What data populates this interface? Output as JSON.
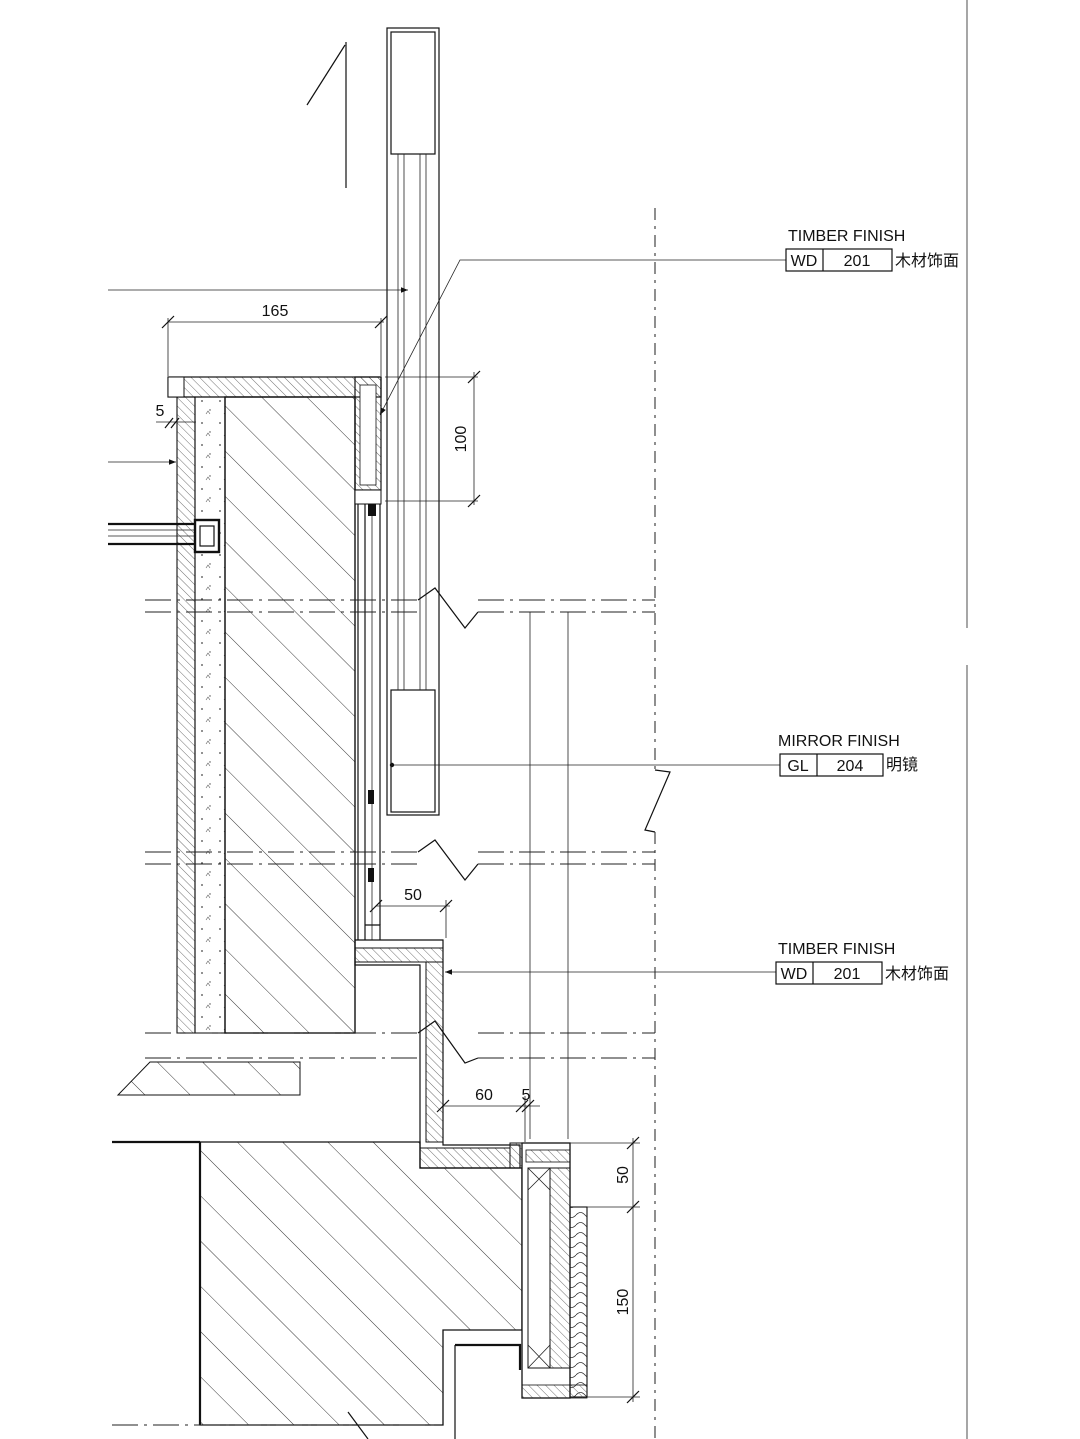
{
  "callouts": [
    {
      "title": "TIMBER FINISH",
      "code": "WD",
      "number": "201",
      "cn": "木材饰面"
    },
    {
      "title": "MIRROR FINISH",
      "code": "GL",
      "number": "204",
      "cn": "明镜"
    },
    {
      "title": "TIMBER FINISH",
      "code": "WD",
      "number": "201",
      "cn": "木材饰面"
    }
  ],
  "dimensions": {
    "d165": "165",
    "d5a": "5",
    "d100": "100",
    "d50a": "50",
    "d60": "60",
    "d5b": "5",
    "d50b": "50",
    "d150": "150"
  },
  "colors": {
    "line": "#111111",
    "background": "#ffffff"
  }
}
